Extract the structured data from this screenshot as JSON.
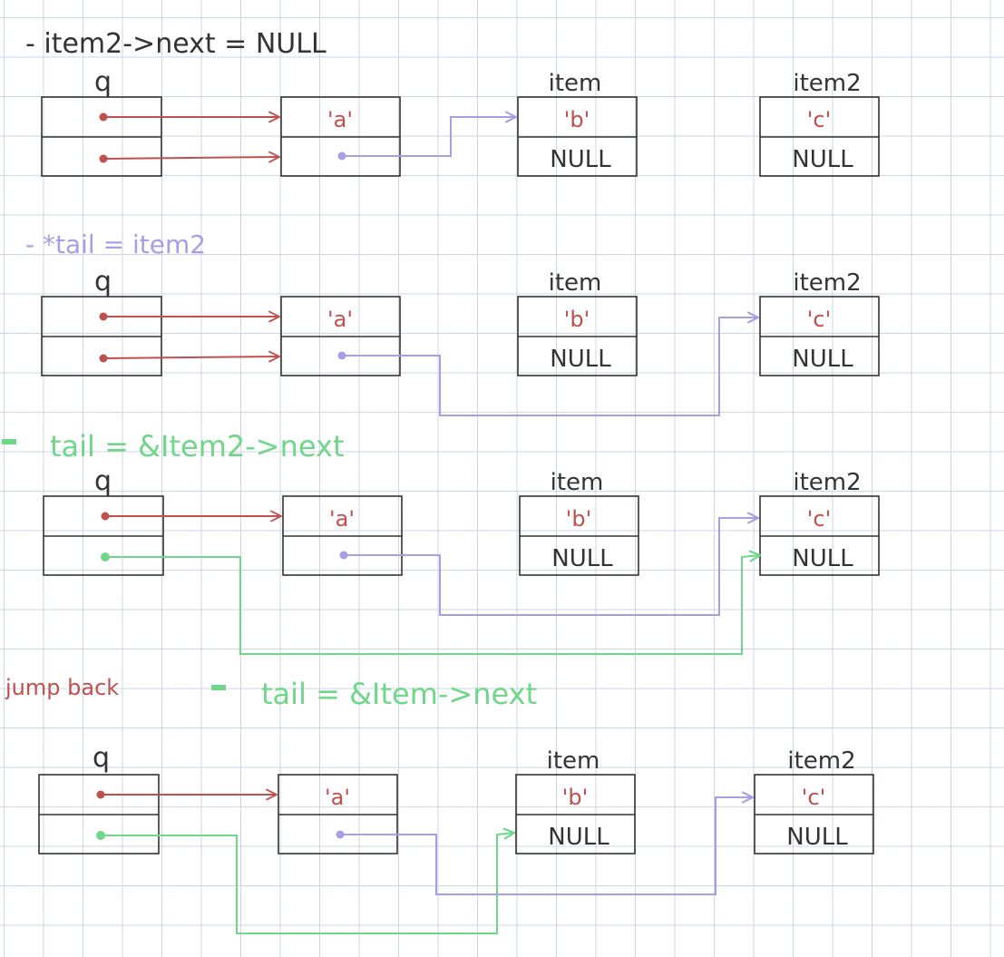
{
  "colors": {
    "box": "#333333",
    "red_arrow": "#c0504d",
    "purple_arrow": "#a99ee6",
    "green_arrow": "#6fd68a",
    "grid": "#cdd6e4"
  },
  "labels": {
    "step1": "- item2->next = NULL",
    "step2": "- *tail = item2",
    "step3": "tail = &Item2->next",
    "jump": "jump back",
    "step4": "tail = &Item->next",
    "q": "q",
    "item": "item",
    "item2": "item2",
    "val_a": "'a'",
    "val_b": "'b'",
    "val_c": "'c'",
    "null": "NULL"
  }
}
